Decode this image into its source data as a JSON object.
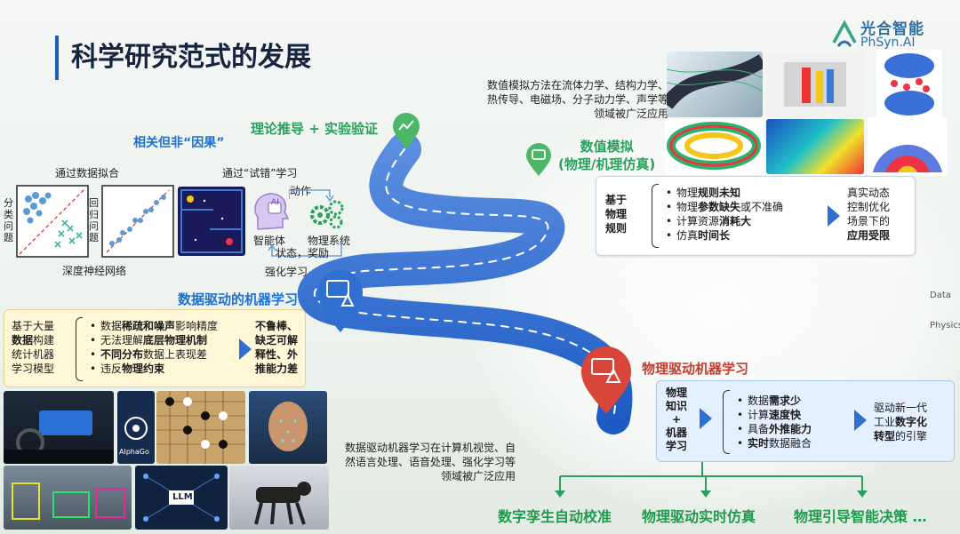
{
  "page": {
    "title": "科学研究范式的发展"
  },
  "logo": {
    "cn": "光合智能",
    "en": "PhSyn.AI"
  },
  "milestones": {
    "theory": "理论推导 + 实验验证",
    "numerical": "数值模拟\n(物理/机理仿真)",
    "datadriven": "数据驱动的机器学习",
    "physics": "物理驱动机器学习"
  },
  "correlation": {
    "heading": "相关但非“因果”",
    "fit_label": "通过数据拟合",
    "trial_label": "通过“试错”学习",
    "classification": "分类问题",
    "regression": "回归问题",
    "dnn": "深度神经网络",
    "action": "动作",
    "agent": "智能体",
    "physical_system": "物理系统",
    "state_reward": "状态，奖励",
    "rl": "强化学习",
    "ai_chip": "AI"
  },
  "numerical_desc": "数值模拟方法在流体力学、结构力学、热传导、电磁场、分子动力学、声学等领域被广泛应用",
  "numerical_box": {
    "left": "基于\n物理\n规则",
    "bullets": [
      {
        "pre": "物理",
        "bold": "规则未知",
        "post": ""
      },
      {
        "pre": "物理",
        "bold": "参数缺失",
        "post": "或不准确"
      },
      {
        "pre": "计算资源",
        "bold": "消耗大",
        "post": ""
      },
      {
        "pre": "仿真",
        "bold": "时间长",
        "post": ""
      }
    ],
    "right_1": "真实动态",
    "right_2": "控制优化",
    "right_3": "场景下的",
    "right_4": "应用受限"
  },
  "ml_box": {
    "left_1": "基于大量",
    "left_2_bold": "数据",
    "left_2_post": "构建",
    "left_3": "统计机器",
    "left_4": "学习模型",
    "bullets": [
      {
        "pre": "数据",
        "bold": "稀疏和噪声",
        "post": "影响精度"
      },
      {
        "pre": "无法理解",
        "bold": "底层物理机制",
        "post": ""
      },
      {
        "pre": "",
        "bold": "不同分布",
        "post": "数据上表现差"
      },
      {
        "pre": "违反",
        "bold": "物理约束",
        "post": ""
      }
    ],
    "right": "不鲁棒、缺乏可解释性、外推能力差"
  },
  "ml_desc": "数据驱动机器学习在计算机视觉、自然语言处理、语音处理、强化学习等领域被广泛应用",
  "pml_box": {
    "left_1": "物理",
    "left_2": "知识",
    "left_3": "+",
    "left_4": "机器",
    "left_5": "学习",
    "bullets": [
      {
        "pre": "数据",
        "bold": "需求少",
        "post": ""
      },
      {
        "pre": "计算",
        "bold": "速度快",
        "post": ""
      },
      {
        "pre": "具备",
        "bold": "外推能力",
        "post": ""
      },
      {
        "pre": "",
        "bold": "实时",
        "post": "数据融合"
      }
    ],
    "right_1": "驱动新一代",
    "right_2_pre": "工业",
    "right_2_bold": "数字化",
    "right_3_bold": "转型",
    "right_3_post": "的引擎"
  },
  "outcomes": [
    "数字孪生自动校准",
    "物理驱动实时仿真",
    "物理引导智能决策 …"
  ],
  "image_labels": {
    "alphago": "AlphaGo",
    "llm": "LLM"
  },
  "side_words": [
    "Data",
    "Physics"
  ],
  "colors": {
    "road": "#2f6fd0",
    "accent_green": "#2aa05a",
    "accent_red": "#d8463a",
    "accent_blue": "#1f6fd0"
  }
}
